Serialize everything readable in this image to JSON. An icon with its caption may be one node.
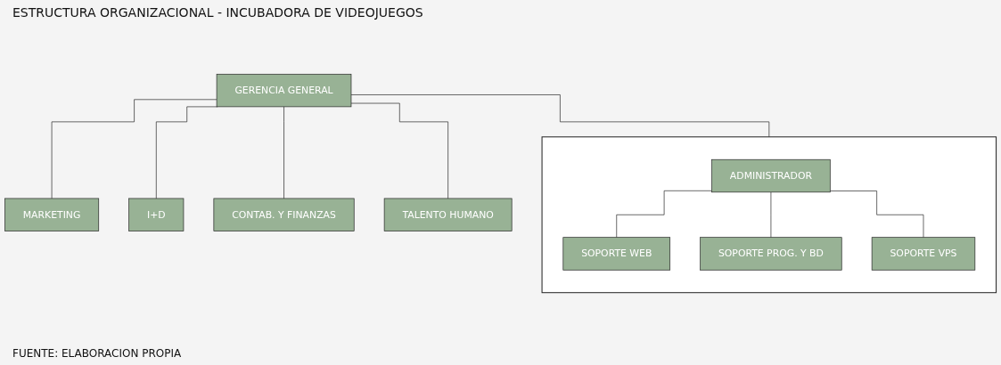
{
  "diagram": {
    "title": "ESTRUCTURA ORGANIZACIONAL - INCUBADORA DE VIDEOJUEGOS",
    "caption": "FUENTE: ELABORACION PROPIA",
    "nodes": [
      {
        "text": [
          "GERENCIA GENERAL"
        ]
      },
      {
        "text": [],
        "shape": "box"
      },
      {
        "text": [
          "ADMINISTRADOR"
        ],
        "in": 1
      },
      {
        "text": [
          "SOPORTE WEB"
        ],
        "in": 1
      },
      {
        "text": [
          "SOPORTE PROG. Y BD"
        ],
        "in": 1
      },
      {
        "text": [
          "SOPORTE VPS"
        ],
        "in": 1
      },
      {
        "text": [
          "MARKETING"
        ]
      },
      {
        "text": [
          "CONTAB. Y FINANZAS"
        ]
      },
      {
        "text": [
          "TALENTO HUMANO"
        ]
      },
      {
        "text": [
          "I+D"
        ]
      }
    ],
    "edges": [
      {
        "from": 0,
        "to": 1,
        "arrow": "none"
      },
      {
        "from": 0,
        "to": 6,
        "arrow": "none"
      },
      {
        "from": 0,
        "to": 9,
        "arrow": "none"
      },
      {
        "from": 0,
        "to": 7,
        "arrow": "none"
      },
      {
        "from": 0,
        "to": 8,
        "arrow": "none"
      },
      {
        "from": 2,
        "to": 3,
        "arrow": "none"
      },
      {
        "from": 2,
        "to": 4,
        "arrow": "none"
      },
      {
        "from": 2,
        "to": 5,
        "arrow": "none"
      }
    ]
  }
}
